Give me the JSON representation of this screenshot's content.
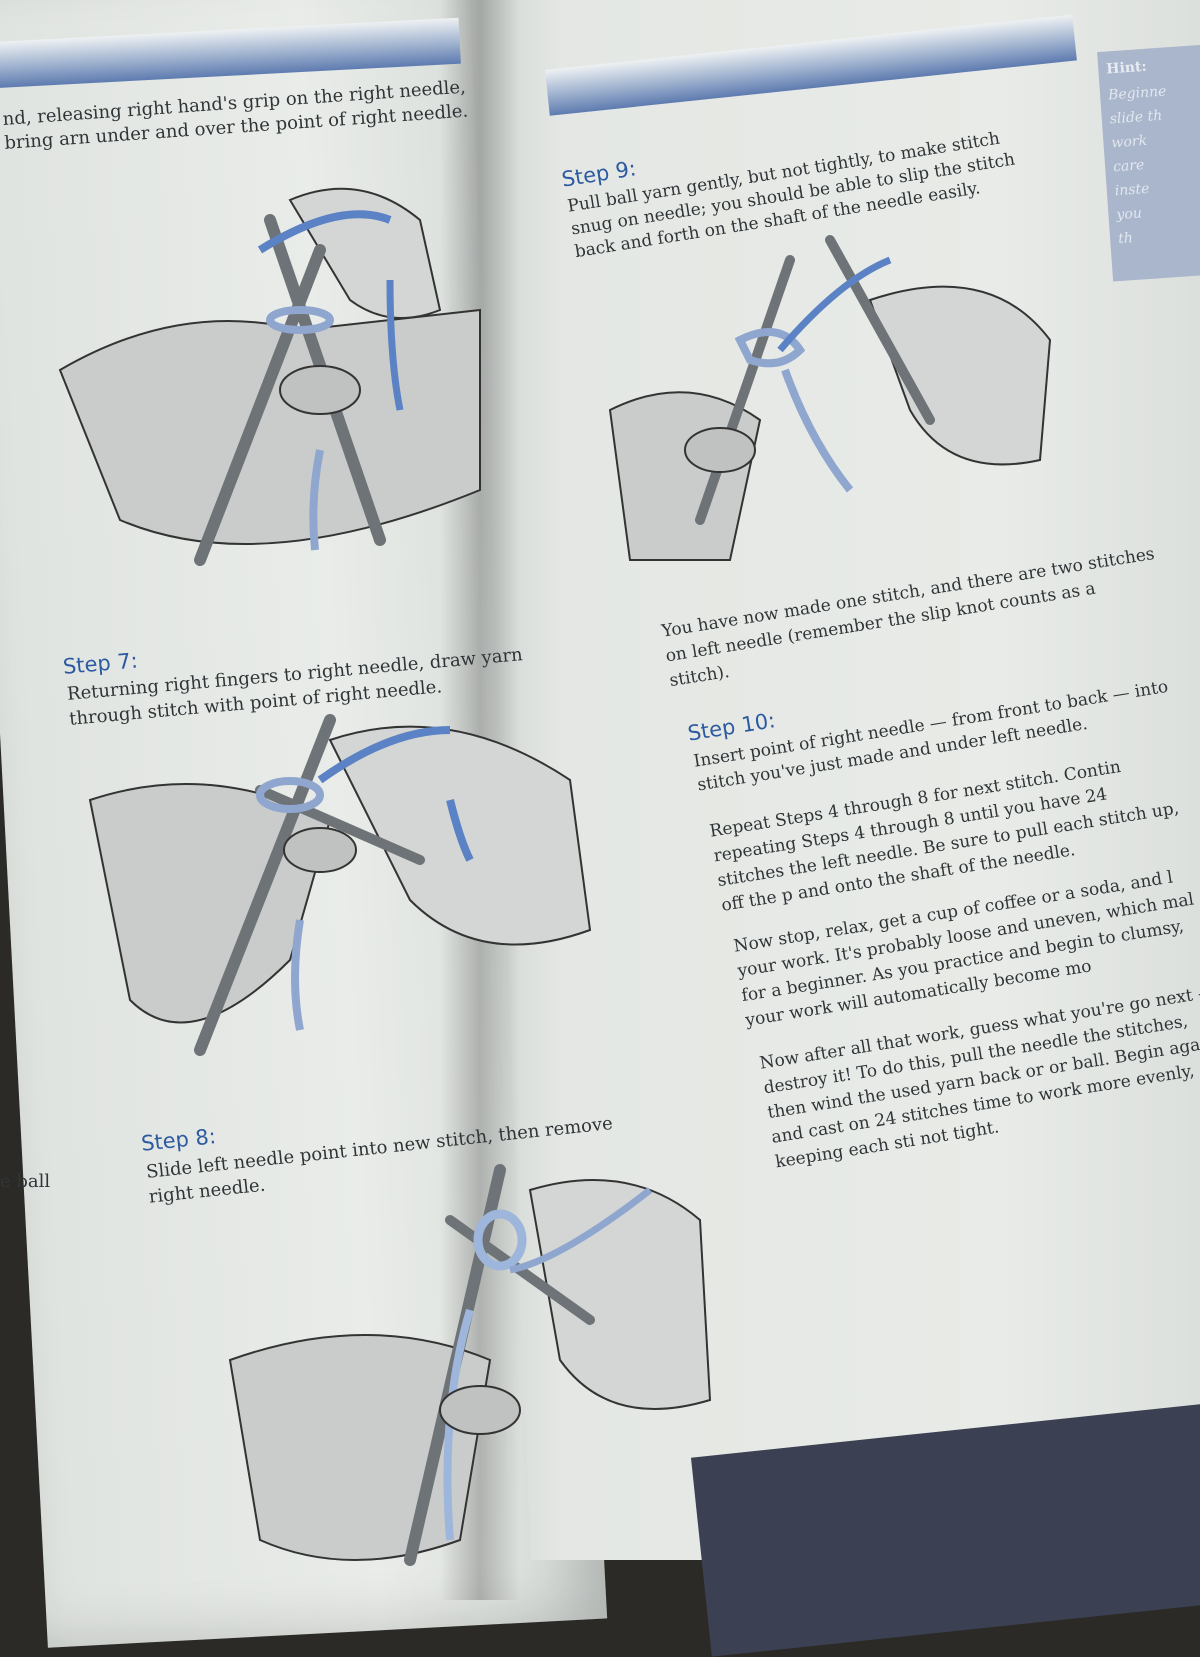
{
  "left_page": {
    "top_fragment": "nd, releasing right hand's grip on the right needle, bring arn under and over the point of right needle.",
    "step7": {
      "label": "Step 7:",
      "text": "Returning right fingers to right needle, draw yarn through stitch with point of right needle."
    },
    "step8": {
      "label": "Step 8:",
      "text": "Slide left needle point into new stitch, then remove right needle."
    },
    "margin_fragment": "e ball"
  },
  "right_page": {
    "hint": {
      "title": "Hint:",
      "lines": "Beginne\nslide th\nwork \ncare \ninste\nyou\nth"
    },
    "step9": {
      "label": "Step 9:",
      "text": "Pull ball yarn gently, but not tightly, to make stitch snug on needle; you should be able to slip the stitch back and forth on the shaft of the needle easily."
    },
    "intro": "You have now made one stitch, and there are two stitches on left needle (remember the slip knot counts as a stitch).",
    "step10": {
      "label": "Step 10:",
      "text": "Insert point of right needle — from front to back — into stitch you've just made and under left needle."
    },
    "paragraphs": [
      "Repeat Steps 4 through 8 for next stitch. Contin repeating Steps 4 through 8 until you have 24 stitches the left needle. Be sure to pull each stitch up, off the p and onto the shaft of the needle.",
      "Now stop, relax, get a cup of coffee or a soda, and l your work. It's probably loose and uneven, which mal for a beginner. As you practice and begin to clumsy, your work will automatically become mo",
      "Now after all that work, guess what you're go next — destroy it! To do this, pull the needle the stitches, then wind the used yarn back or or ball. Begin again and cast on 24 stitches time to work more evenly, keeping each sti not tight."
    ]
  },
  "colors": {
    "yarn": "#5b82c4",
    "heading": "#2c5aa0",
    "hint_box": "#a9b6cc"
  }
}
